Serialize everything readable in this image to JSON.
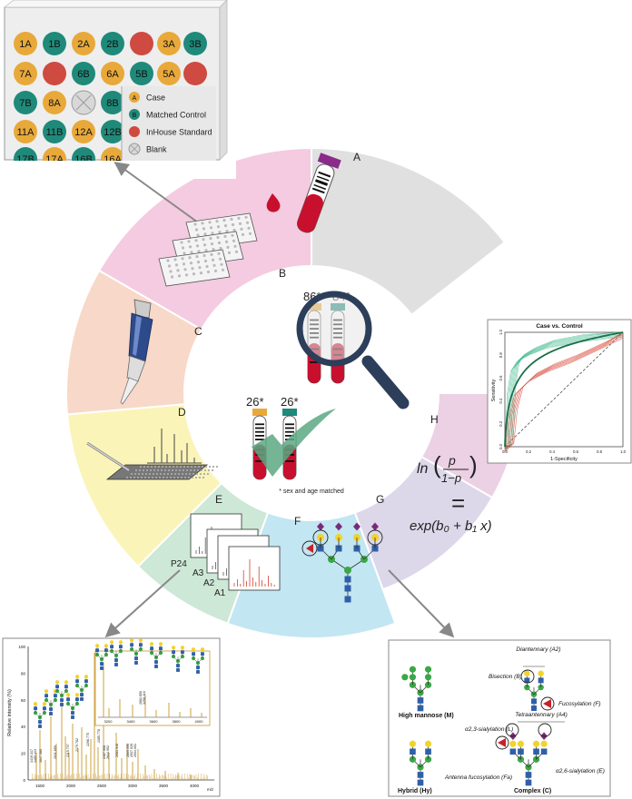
{
  "plate": {
    "wells": [
      {
        "label": "1A",
        "type": "case"
      },
      {
        "label": "1B",
        "type": "control"
      },
      {
        "label": "2A",
        "type": "case"
      },
      {
        "label": "2B",
        "type": "control"
      },
      {
        "label": "",
        "type": "standard"
      },
      {
        "label": "3A",
        "type": "case"
      },
      {
        "label": "3B",
        "type": "control"
      },
      {
        "label": "7A",
        "type": "case"
      },
      {
        "label": "",
        "type": "standard"
      },
      {
        "label": "6B",
        "type": "control"
      },
      {
        "label": "6A",
        "type": "case"
      },
      {
        "label": "5B",
        "type": "control"
      },
      {
        "label": "5A",
        "type": "case"
      },
      {
        "label": "",
        "type": "standard"
      },
      {
        "label": "7B",
        "type": "control"
      },
      {
        "label": "8A",
        "type": "case"
      },
      {
        "label": "",
        "type": "blank"
      },
      {
        "label": "8B",
        "type": "control"
      },
      {
        "label": "11A",
        "type": "case"
      },
      {
        "label": "11B",
        "type": "control"
      },
      {
        "label": "12A",
        "type": "case"
      },
      {
        "label": "12B",
        "type": "control"
      },
      {
        "label": "17B",
        "type": "control"
      },
      {
        "label": "17A",
        "type": "case"
      },
      {
        "label": "16B",
        "type": "control"
      },
      {
        "label": "16A",
        "type": "case"
      }
    ],
    "legend": [
      {
        "symbol": "A",
        "type": "case",
        "label": "Case"
      },
      {
        "symbol": "B",
        "type": "control",
        "label": "Matched Control"
      },
      {
        "symbol": "",
        "type": "standard",
        "label": "InHouse Standard"
      },
      {
        "symbol": "",
        "type": "blank",
        "label": "Blank"
      }
    ]
  },
  "colors": {
    "case": "#e8a93a",
    "control": "#1f8a7a",
    "standard": "#cf4a40",
    "blank": "#d8d8d8"
  },
  "segments": {
    "A": "A",
    "B": "B",
    "C": "C",
    "D": "D",
    "E": "E",
    "F": "F",
    "G": "G",
    "H": "H"
  },
  "center": {
    "tube1": "86*",
    "tube2": "84*",
    "tube3": "26*",
    "tube4": "26*",
    "note": "* sex and age matched"
  },
  "plates_labels": {
    "p24": "P24",
    "a3": "A3",
    "a2": "A2",
    "a1": "A1"
  },
  "formula": {
    "lhs": "ln",
    "num": "p",
    "den": "1−p",
    "eq": "=",
    "rhs": "exp(b₀ + b₁ x)"
  },
  "roc": {
    "title": "Case vs. Control",
    "xlabel": "1-Specificity",
    "ylabel": "Sensitivity",
    "xticks": [
      "0.0",
      "0.2",
      "0.4",
      "0.6",
      "0.8",
      "1.0"
    ],
    "yticks": [
      "0.0",
      "0.2",
      "0.4",
      "0.6",
      "0.8",
      "1.0"
    ]
  },
  "spectrum": {
    "ylabel": "Relative intensity (%)",
    "xlabel": "m/z",
    "yticks": [
      "100",
      "80",
      "60",
      "40",
      "20",
      "0"
    ],
    "xticks": [
      "1500",
      "2000",
      "2500",
      "3000",
      "3500",
      "4000"
    ],
    "inset_xticks": [
      "3200",
      "3400",
      "3600",
      "3800",
      "4000"
    ],
    "peaks": [
      "1419.317",
      "1485.413",
      "1647.580",
      "2011.859",
      "2115.737",
      "2175.782",
      "2298.775",
      "2385.778",
      "2487.908",
      "2644.952",
      "2683.948",
      "2869.090",
      "2937.039",
      "2934.001",
      "2882.850",
      "3258.116"
    ]
  },
  "glycan_legend": {
    "high_mannose": "High mannose (M)",
    "hybrid": "Hybrid (Hy)",
    "complex": "Complex (C)",
    "diantennary": "Diantennary (A2)",
    "bisection": "Bisection (B)",
    "fucosylation": "Fucosylation (F)",
    "tetraantennary": "Tetraantennary (A4)",
    "a23": "α2,3-sialylation (L)",
    "a26": "α2,6-sialylation (E)",
    "antenna_fuc": "Antenna fucosylation (Fa)"
  }
}
